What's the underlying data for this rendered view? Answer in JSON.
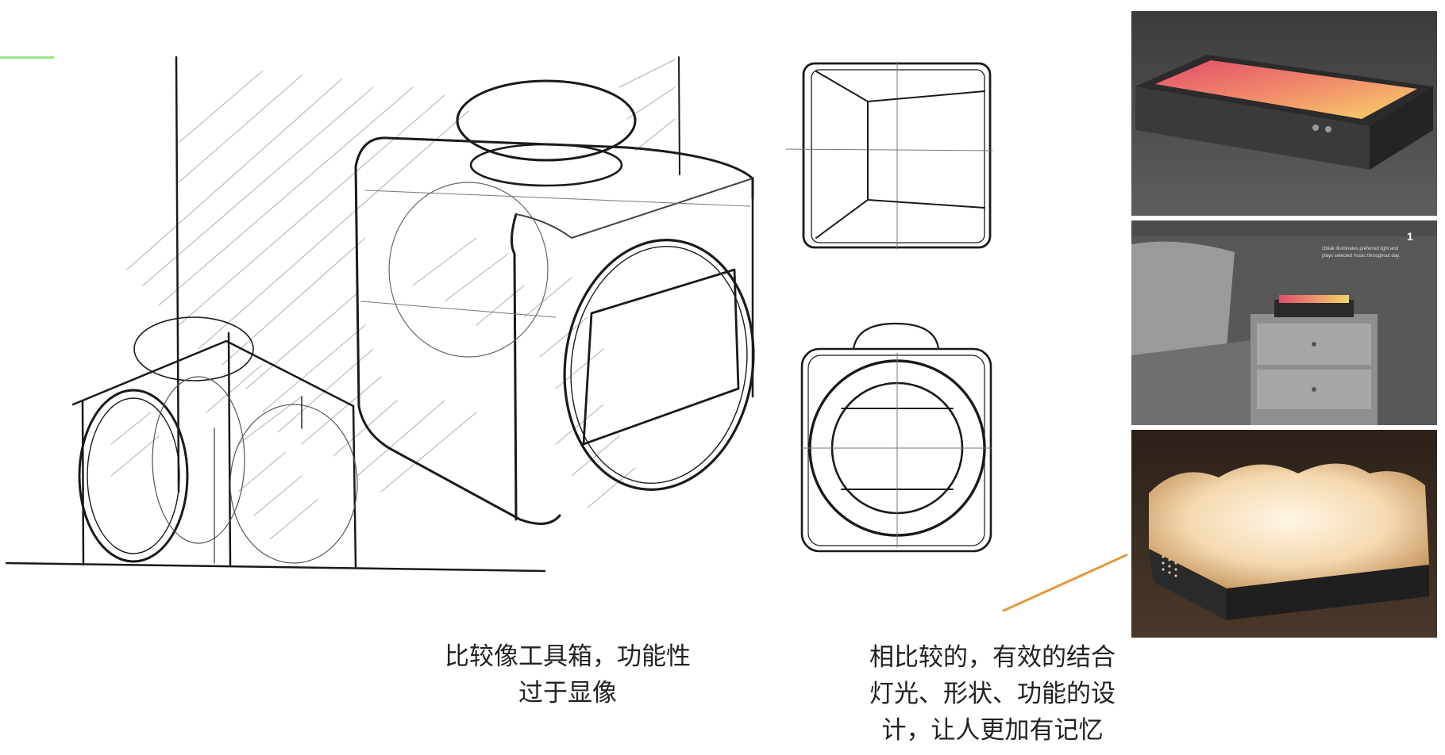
{
  "captions": {
    "left": [
      "比较像工具箱，功能性",
      "过于显像"
    ],
    "right": [
      "相比较的，有效的结合",
      "灯光、形状、功能的设",
      "计，让人更加有记忆"
    ]
  },
  "photo_2_overlay": {
    "number": "1",
    "lines": [
      "Oblak illuminates preferred light and",
      "plays selected music throughout day."
    ]
  },
  "colors": {
    "accent_mark": "#9be38b",
    "arrow": "#e39a3b",
    "sketch_line": "#1a1a1a"
  }
}
